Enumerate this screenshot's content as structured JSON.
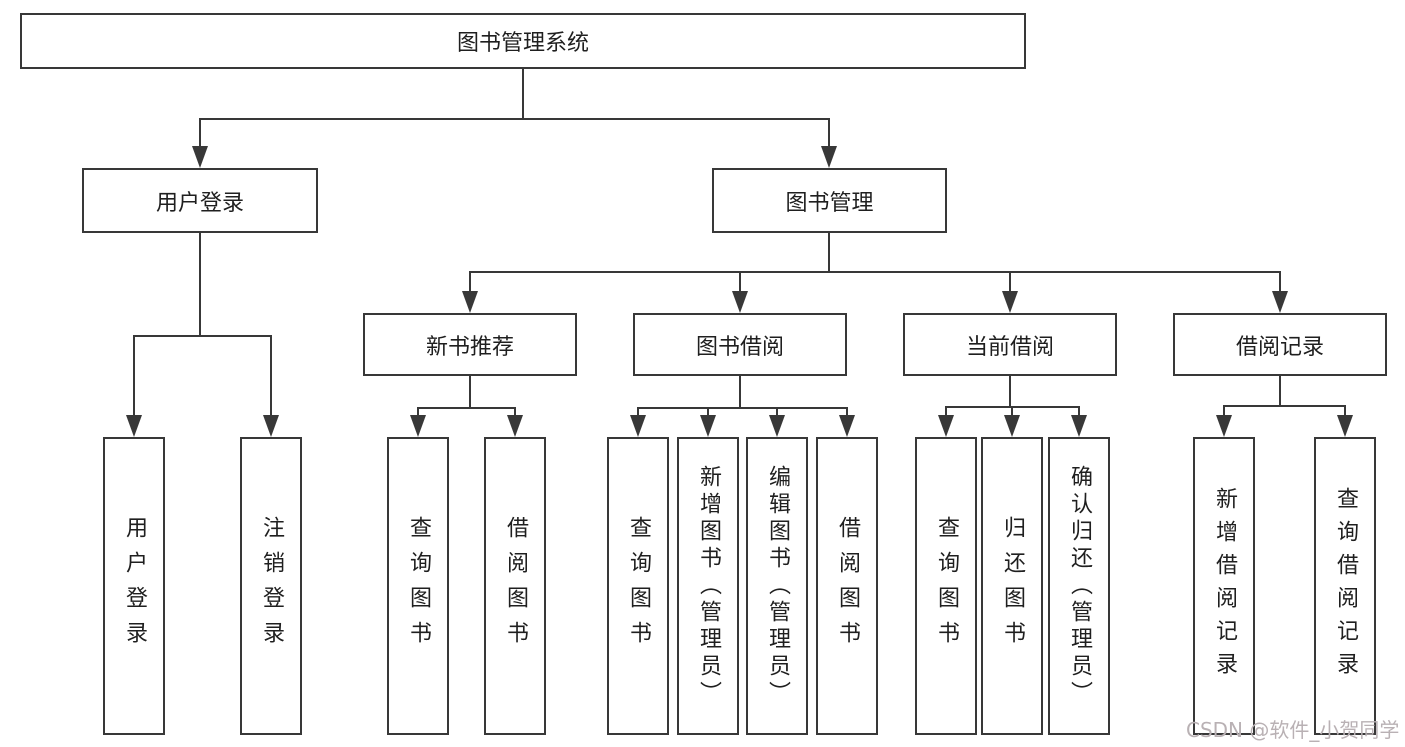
{
  "root": {
    "label": "图书管理系统"
  },
  "level2": {
    "user_login": "用户登录",
    "book_management": "图书管理"
  },
  "level3": {
    "new_books": "新书推荐",
    "book_borrow": "图书借阅",
    "current_borrow": "当前借阅",
    "borrow_records": "借阅记录"
  },
  "leaves": {
    "user_login": "用户登录",
    "logout": "注销登录",
    "query_books_recommend": "查询图书",
    "borrow_books_recommend": "借阅图书",
    "query_books_borrow": "查询图书",
    "add_books_admin": "新增图书（管理员）",
    "edit_books_admin": "编辑图书（管理员）",
    "borrow_books": "借阅图书",
    "query_books_current": "查询图书",
    "return_books": "归还图书",
    "confirm_return_admin": "确认归还（管理员）",
    "add_borrow_record": "新增借阅记录",
    "query_borrow_record": "查询借阅记录"
  },
  "watermark": "CSDN @软件_小贺同学",
  "colors": {
    "line": "#383838",
    "text": "#1f1f1f",
    "watermark": "#b9b1b4",
    "background": "#ffffff"
  }
}
